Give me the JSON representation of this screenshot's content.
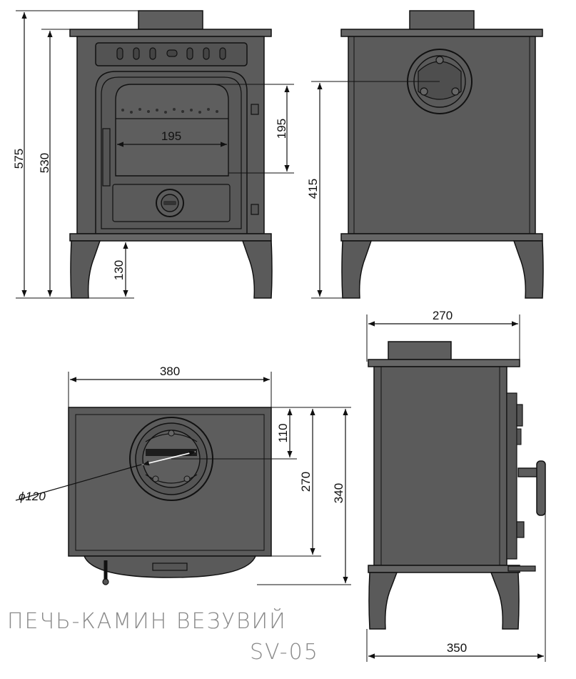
{
  "title": {
    "line1": "ПЕЧЬ-КАМИН ВЕЗУВИЙ",
    "line2": "SV-05"
  },
  "dimensions": {
    "front_total_height": "575",
    "front_body_height": "530",
    "door_glass_width": "195",
    "door_glass_height": "195",
    "leg_height": "130",
    "side_flue_height": "415",
    "top_depth_width": "270",
    "top_width": "380",
    "top_flue_offset": "110",
    "top_flue_depth": "270",
    "top_total_depth": "340",
    "flue_diameter": "ϕ120",
    "side_total_depth": "350"
  },
  "colors": {
    "body": "#5b5b5b",
    "body_light": "#6a6a6a",
    "outline": "#111111",
    "dark": "#2a2a2a"
  }
}
